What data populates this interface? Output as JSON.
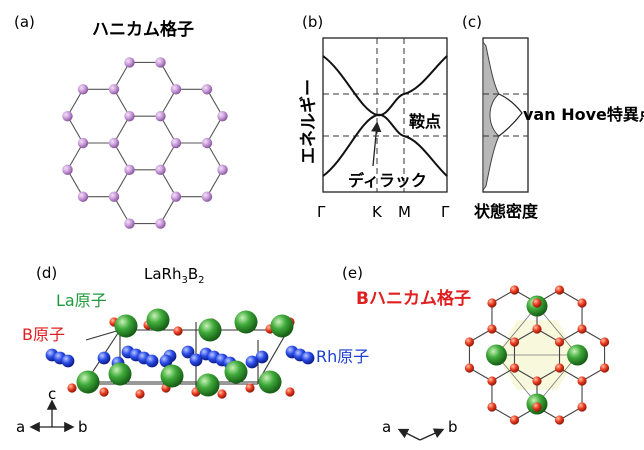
{
  "panel_a": {
    "tag": "(a)",
    "title": "ハニカム格子"
  },
  "panel_b": {
    "tag": "(b)",
    "ylabel": "エネルギー",
    "saddle_label": "鞍点",
    "dirac_label": "ディラック",
    "x_ticks": [
      "Γ",
      "K",
      "M",
      "Γ"
    ]
  },
  "panel_c": {
    "tag": "(c)",
    "vhs_label": "van Hove特異点",
    "xlabel": "状態密度"
  },
  "panel_d": {
    "tag": "(d)",
    "formula": {
      "base1": "LaRh",
      "sub1": "3",
      "base2": "B",
      "sub2": "2"
    },
    "la_label": "La原子",
    "b_label": "B原子",
    "rh_label": "Rh原子",
    "axes": {
      "c": "c",
      "a": "a",
      "b": "b"
    }
  },
  "panel_e": {
    "tag": "(e)",
    "title": "Bハニカム格子",
    "axes": {
      "a": "a",
      "b": "b"
    }
  },
  "colors": {
    "honeycomb_atom": "#c79ad6",
    "la_atom": "#2e9e2e",
    "b_atom": "#e23a1e",
    "rh_atom": "#2448e0",
    "la_label": "#1f9a3a",
    "b_label": "#e02020",
    "rh_label": "#1e3fd0",
    "dos_fill": "#b8b8b8",
    "pale_fill": "#f7f8dc"
  }
}
